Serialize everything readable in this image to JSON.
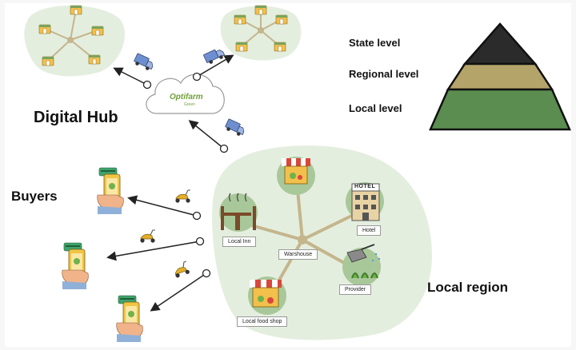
{
  "headings": {
    "digital_hub": "Digital Hub",
    "buyers": "Buyers",
    "local_region": "Local region"
  },
  "levels": [
    {
      "label": "State level",
      "color": "#2b2b2b"
    },
    {
      "label": "Regional level",
      "color": "#b5a46a"
    },
    {
      "label": "Local level",
      "color": "#5a8d4f"
    }
  ],
  "cloud": {
    "brand": "Optifarm",
    "sub": "Green"
  },
  "nodes": {
    "inn": "Local Inn",
    "warehouse": "Warshouse",
    "hotel": "Hotel",
    "provider": "Provider",
    "shop": "Local food shop",
    "hotel_sign": "HOTEL"
  },
  "colors": {
    "blob": "#e4eedf",
    "link": "#c4b58c",
    "truck": "#6d8fd0",
    "scooter": "#e3ae2a",
    "phone": "#f0c544",
    "card": "#3fa36b",
    "awning": "#d9473c"
  }
}
